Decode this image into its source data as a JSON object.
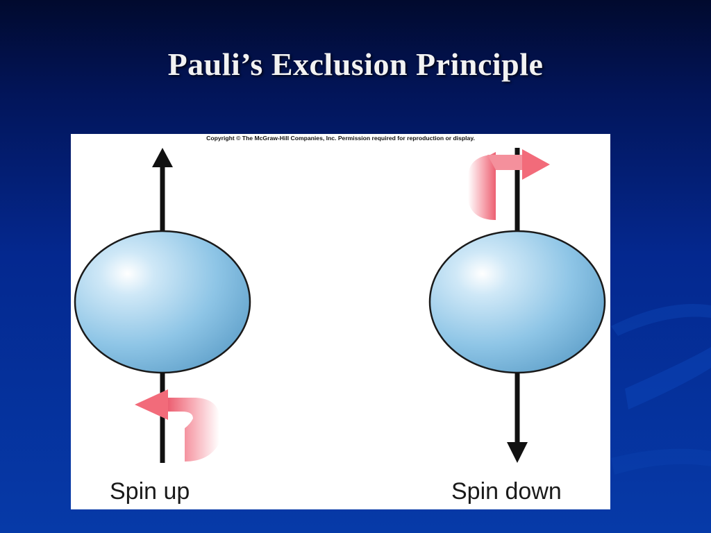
{
  "slide": {
    "title": "Pauli’s Exclusion Principle"
  },
  "figure": {
    "copyright": "Copyright © The McGraw-Hill Companies, Inc. Permission required for reproduction or display.",
    "labels": {
      "spin_up": "Spin up",
      "spin_down": "Spin down"
    }
  },
  "colors": {
    "background": "#04288f",
    "title": "#f2f2f2",
    "sphere": "#8ec5e6",
    "rotation_arrow": "#f26b7a",
    "axis_arrow": "#111111"
  },
  "icons": [
    "spin-up-arrow-icon",
    "spin-down-arrow-icon",
    "rotation-arrow-icon",
    "electron-sphere-icon"
  ]
}
